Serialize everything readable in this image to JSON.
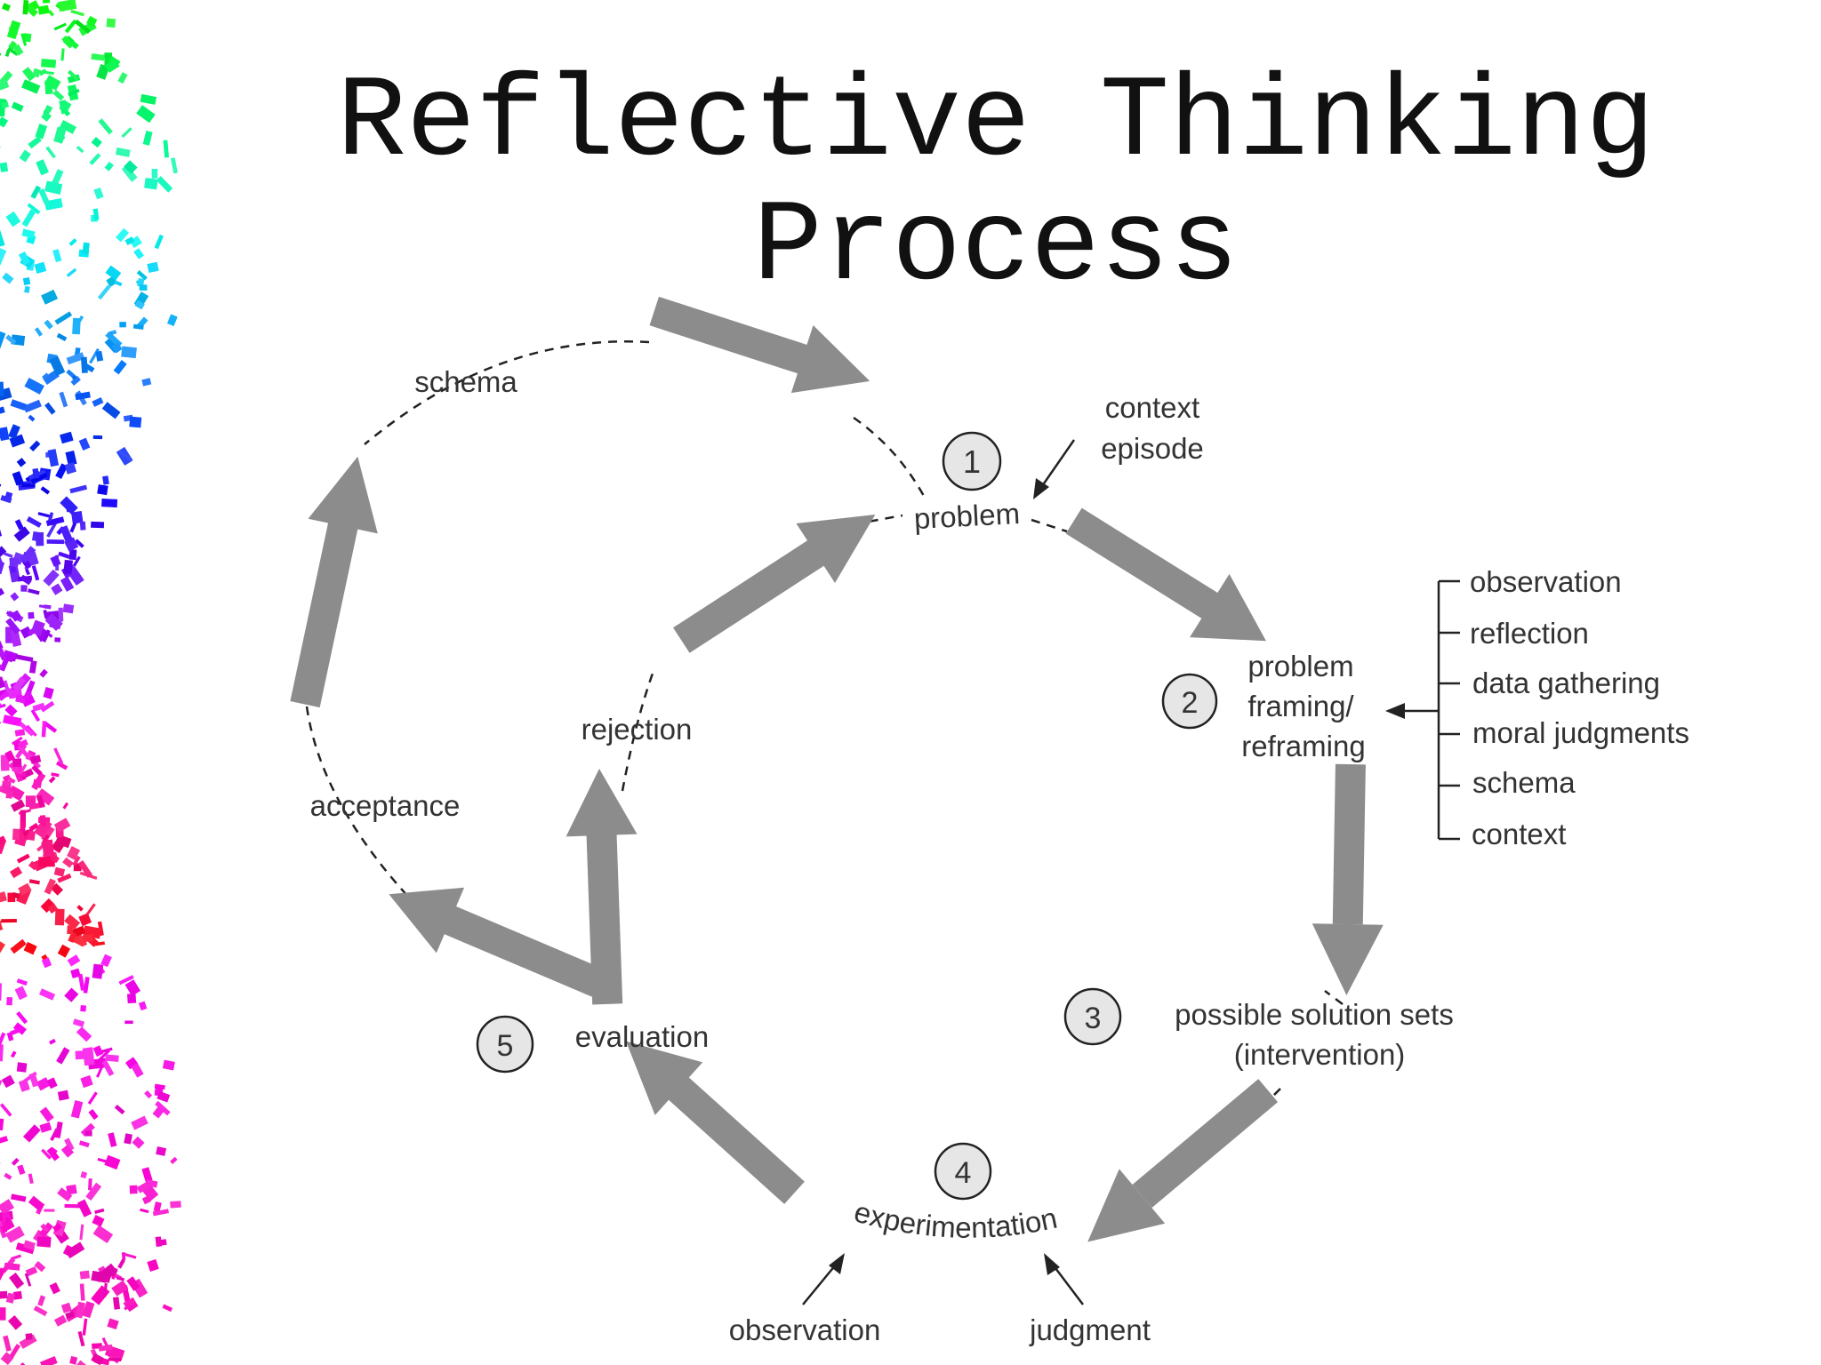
{
  "title": {
    "line1": "Reflective Thinking",
    "line2": "Process"
  },
  "diagram": {
    "steps": [
      {
        "number": "1",
        "label": "problem"
      },
      {
        "number": "2",
        "label_lines": [
          "problem",
          "framing/",
          "reframing"
        ]
      },
      {
        "number": "3",
        "label_lines": [
          "possible solution sets",
          "(intervention)"
        ]
      },
      {
        "number": "4",
        "label": "experimentation"
      },
      {
        "number": "5",
        "label": "evaluation"
      }
    ],
    "outcomes": {
      "rejection": "rejection",
      "acceptance": "acceptance",
      "schema": "schema"
    },
    "problem_inputs": [
      "context",
      "episode"
    ],
    "framing_inputs": [
      "observation",
      "reflection",
      "data gathering",
      "moral judgments",
      "schema",
      "context"
    ],
    "experimentation_inputs": [
      "observation",
      "judgment"
    ],
    "colors": {
      "arrow": "#8c8c8c",
      "circle_fill": "#e6e6e6",
      "text": "#333333",
      "title": "#111111"
    }
  }
}
